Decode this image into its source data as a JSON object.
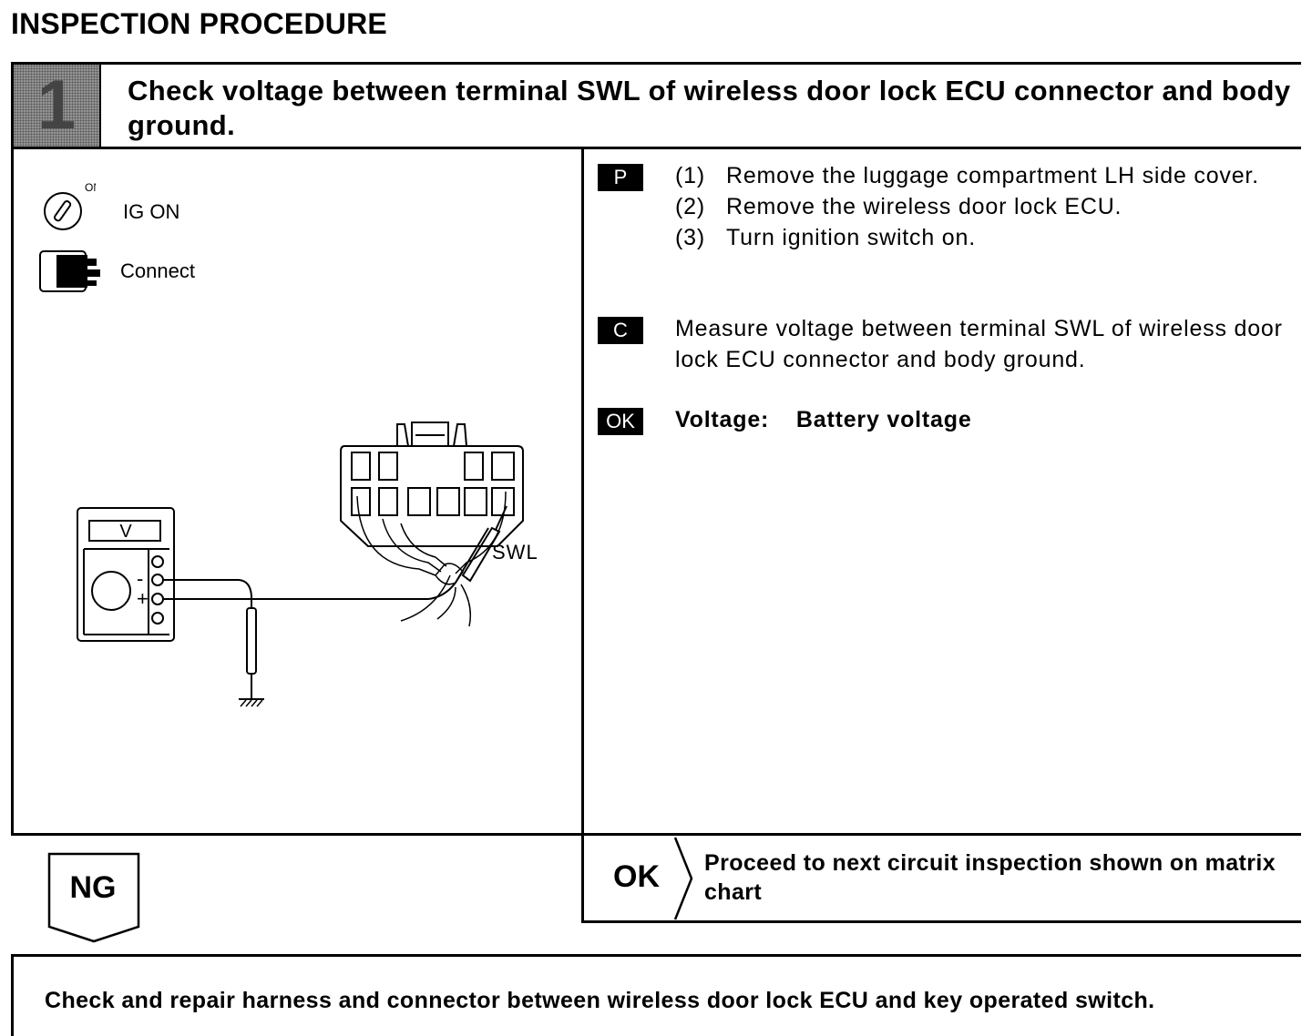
{
  "page": {
    "title": "INSPECTION PROCEDURE"
  },
  "step": {
    "number": "1",
    "title": "Check voltage between terminal SWL of wireless door lock ECU connector and body ground."
  },
  "legend": {
    "ignition_mark": "ON",
    "ignition_label": "IG ON",
    "connector_label": "Connect"
  },
  "diagram": {
    "meter_display": "V",
    "minus_sign": "-",
    "plus_sign": "+",
    "terminal_label": "SWL"
  },
  "instructions": {
    "prepare": {
      "badge": "P",
      "steps": [
        {
          "num": "(1)",
          "text": "Remove the luggage compartment LH side cover."
        },
        {
          "num": "(2)",
          "text": "Remove the wireless door lock ECU."
        },
        {
          "num": "(3)",
          "text": "Turn ignition switch on."
        }
      ]
    },
    "check": {
      "badge": "C",
      "text": "Measure voltage between terminal SWL of wireless door lock ECU connector and body ground."
    },
    "ok": {
      "badge": "OK",
      "label": "Voltage:",
      "value": "Battery voltage"
    }
  },
  "results": {
    "ok_label": "OK",
    "ok_text": "Proceed to next circuit inspection shown on matrix chart",
    "ng_label": "NG"
  },
  "action": {
    "text": "Check and repair harness and connector between wireless door lock ECU and key operated switch."
  }
}
